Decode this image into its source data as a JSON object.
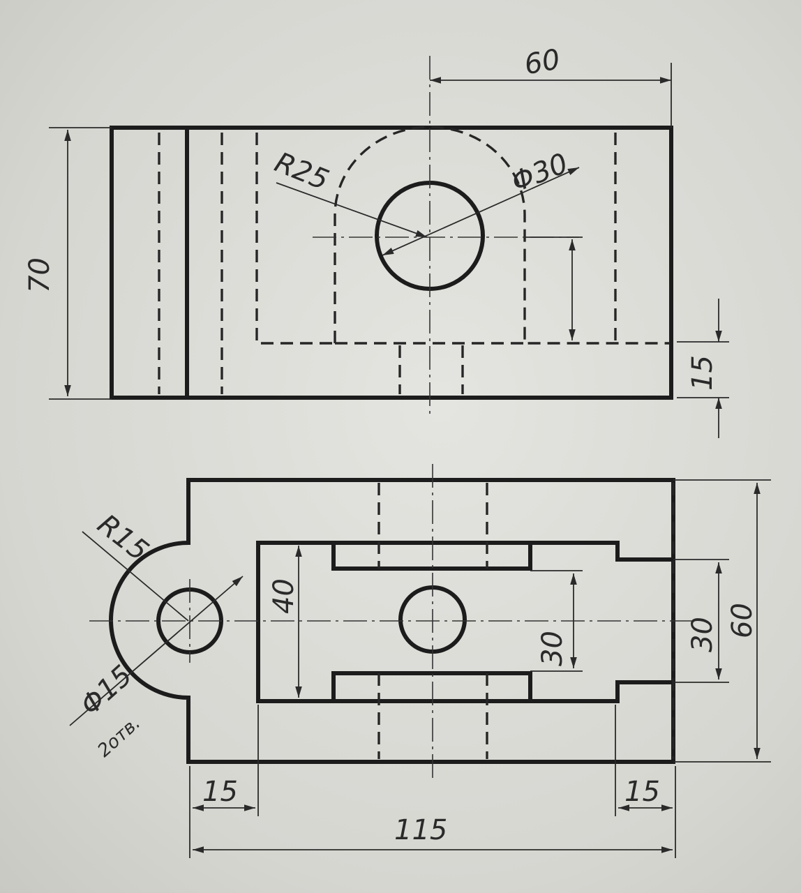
{
  "front_view": {
    "dim_width_top": "60",
    "dim_height": "70",
    "dim_radius": "R25",
    "dim_diameter": "Φ30",
    "dim_base": "15"
  },
  "top_view": {
    "dim_radius": "R15",
    "dim_hole": "Φ15",
    "dim_hole_count": "2отв.",
    "dim_slot_height": "40",
    "dim_inner_height": "30",
    "dim_step_height": "30",
    "dim_depth": "60",
    "dim_left_step": "15",
    "dim_right_step": "15",
    "dim_total_length": "115"
  }
}
